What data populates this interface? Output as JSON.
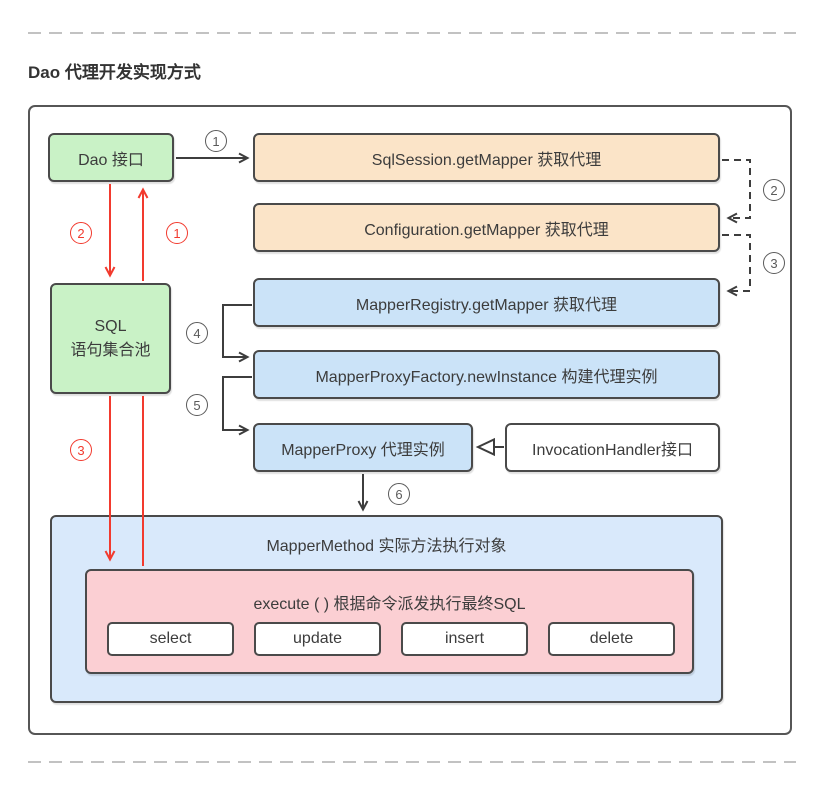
{
  "title": "Dao 代理开发实现方式",
  "nodes": {
    "dao_interface": "Dao 接口",
    "sql_pool_line1": "SQL",
    "sql_pool_line2": "语句集合池",
    "sqlsession": "SqlSession.getMapper 获取代理",
    "configuration": "Configuration.getMapper 获取代理",
    "mapper_registry": "MapperRegistry.getMapper 获取代理",
    "mapper_proxy_factory": "MapperProxyFactory.newInstance 构建代理实例",
    "mapper_proxy": "MapperProxy 代理实例",
    "invocation_handler": "InvocationHandler接口",
    "mapper_method": "MapperMethod 实际方法执行对象",
    "execute": "execute ( ) 根据命令派发执行最终SQL",
    "commands": [
      "select",
      "update",
      "insert",
      "delete"
    ]
  },
  "steps": {
    "flow": [
      "1",
      "2",
      "3",
      "4",
      "5",
      "6"
    ],
    "red": [
      "2",
      "1",
      "3"
    ]
  },
  "colors": {
    "green": "#c9f2c6",
    "orange": "#fbe4c8",
    "blue": "#cbe3f8",
    "lightblue": "#d9e9fb",
    "pink": "#fbcfd3",
    "red": "#f23a2e",
    "border": "#4a4a4a",
    "dash": "#c2c2c2"
  }
}
